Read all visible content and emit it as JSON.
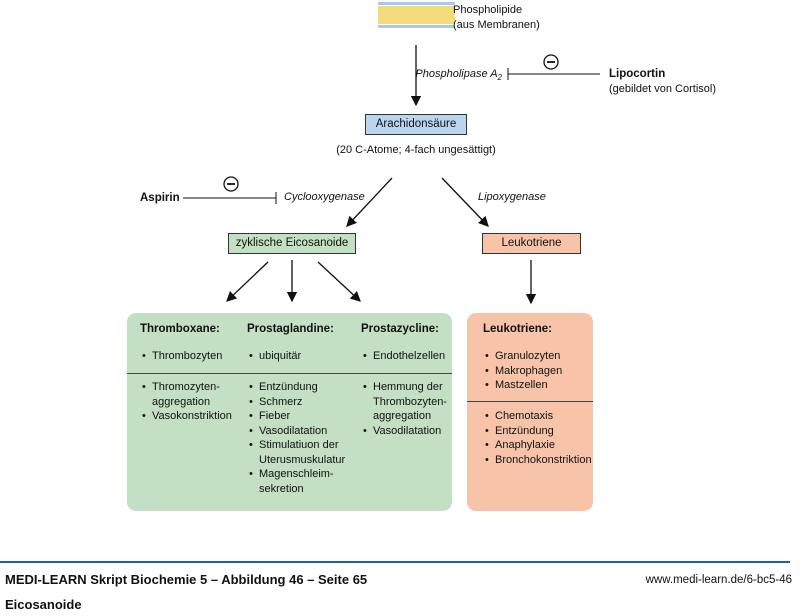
{
  "top": {
    "phospholipide": "Phospholipide",
    "membranen": "(aus Membranen)",
    "enzyme": "Phospholipase A",
    "enzyme_sub": "2",
    "inhibitor": "Lipocortin",
    "inhibitor_note": "(gebildet von Cortisol)",
    "inhibit_symbol": "minus-circle-icon"
  },
  "arachidon": {
    "label": "Arachidonsäure",
    "note": "(20 C-Atome; 4-fach ungesättigt)"
  },
  "branch": {
    "aspirin": "Aspirin",
    "cox": "Cyclooxygenase",
    "lox": "Lipoxygenase",
    "zyklische": "zyklische Eicosanoide",
    "leukotriene": "Leukotriene"
  },
  "green_panel": {
    "columns": [
      {
        "title": "Thromboxane:",
        "sources": [
          "Thrombozyten"
        ],
        "effects": [
          "Thromozyten-\naggregation",
          "Vasokonstriktion"
        ]
      },
      {
        "title": "Prostaglandine:",
        "sources": [
          "ubiquitär"
        ],
        "effects": [
          "Entzündung",
          "Schmerz",
          "Fieber",
          "Vasodilatation",
          "Stimulatiuon der\nUterusmuskulatur",
          "Magenschleim-\nsekretion"
        ]
      },
      {
        "title": "Prostazycline:",
        "sources": [
          "Endothelzellen"
        ],
        "effects": [
          "Hemmung der\nThrombozyten-\naggregation",
          "Vasodilatation"
        ]
      }
    ]
  },
  "salmon_panel": {
    "title": "Leukotriene:",
    "sources": [
      "Granulozyten",
      "Makrophagen",
      "Mastzellen"
    ],
    "effects": [
      "Chemotaxis",
      "Entzündung",
      "Anaphylaxie",
      "Bronchokonstriktion"
    ]
  },
  "footer": {
    "title": "MEDI-LEARN Skript Biochemie 5 – Abbildung 46 – Seite 65",
    "subtitle": "Eicosanoide",
    "url": "www.medi-learn.de/6-bc5-46"
  },
  "colors": {
    "green": "#c3dfc4",
    "salmon": "#f8c4a9",
    "blue_box": "#bcd5ef",
    "footer_line": "#1d5ea8"
  }
}
